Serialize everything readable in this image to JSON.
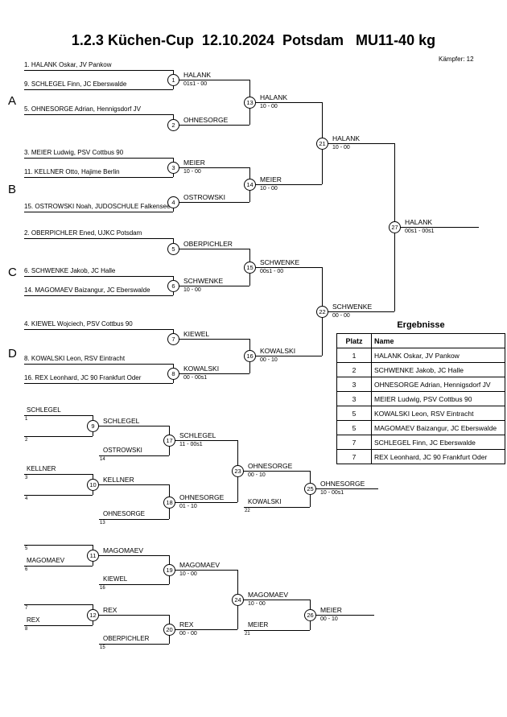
{
  "header": {
    "title": "1.2.3 Küchen-Cup  12.10.2024  Potsdam   MU11-40 kg",
    "fighters": "Kämpfer: 12"
  },
  "groups": [
    "A",
    "B",
    "C",
    "D"
  ],
  "entries": [
    "1. HALANK Oskar, JV Pankow",
    "9. SCHLEGEL Finn, JC Eberswalde",
    "5. OHNESORGE Adrian, Hennigsdorf JV",
    "3. MEIER Ludwig, PSV Cottbus 90",
    "11. KELLNER Otto, Hajime Berlin",
    "15. OSTROWSKI Noah, JUDOSCHULE Falkensee",
    "2. OBERPICHLER Ened, UJKC Potsdam",
    "6. SCHWENKE Jakob, JC Halle",
    "14. MAGOMAEV Baizangur, JC Eberswalde",
    "4. KIEWEL Wojciech, PSV Cottbus 90",
    "8. KOWALSKI Leon, RSV Eintracht",
    "16. REX Leonhard, JC 90 Frankfurt Oder"
  ],
  "matches": {
    "m1": {
      "no": "1",
      "winner": "HALANK",
      "score": "01s1 - 00"
    },
    "m2": {
      "no": "2",
      "winner": "OHNESORGE"
    },
    "m3": {
      "no": "3",
      "winner": "MEIER",
      "score": "10 - 00"
    },
    "m4": {
      "no": "4",
      "winner": "OSTROWSKI"
    },
    "m5": {
      "no": "5",
      "winner": "OBERPICHLER"
    },
    "m6": {
      "no": "6",
      "winner": "SCHWENKE",
      "score": "10 - 00"
    },
    "m7": {
      "no": "7",
      "winner": "KIEWEL"
    },
    "m8": {
      "no": "8",
      "winner": "KOWALSKI",
      "score": "00 - 00s1"
    },
    "m9": {
      "no": "9",
      "winner": "SCHLEGEL"
    },
    "m10": {
      "no": "10",
      "winner": "KELLNER"
    },
    "m11": {
      "no": "11",
      "winner": "MAGOMAEV"
    },
    "m12": {
      "no": "12",
      "winner": "REX"
    },
    "m13": {
      "no": "13",
      "winner": "HALANK",
      "score": "10 - 00"
    },
    "m14": {
      "no": "14",
      "winner": "MEIER",
      "score": "10 - 00"
    },
    "m15": {
      "no": "15",
      "winner": "SCHWENKE",
      "score": "00s1 - 00"
    },
    "m16": {
      "no": "16",
      "winner": "KOWALSKI",
      "score": "00 - 10"
    },
    "m17": {
      "no": "17",
      "winner": "SCHLEGEL",
      "score": "11 - 00s1"
    },
    "m18": {
      "no": "18",
      "winner": "OHNESORGE",
      "score": "01 - 10"
    },
    "m19": {
      "no": "19",
      "winner": "MAGOMAEV",
      "score": "10 - 00"
    },
    "m20": {
      "no": "20",
      "winner": "REX",
      "score": "00 - 00"
    },
    "m21": {
      "no": "21",
      "winner": "HALANK",
      "score": "10 - 00"
    },
    "m22": {
      "no": "22",
      "winner": "SCHWENKE",
      "score": "00 - 00"
    },
    "m23": {
      "no": "23",
      "winner": "OHNESORGE",
      "score": "00 - 10"
    },
    "m24": {
      "no": "24",
      "winner": "MAGOMAEV",
      "score": "10 - 00"
    },
    "m25": {
      "no": "25",
      "winner": "OHNESORGE",
      "score": "10 - 00s1"
    },
    "m26": {
      "no": "26",
      "winner": "MEIER",
      "score": "00 - 10"
    },
    "m27": {
      "no": "27",
      "winner": "HALANK",
      "score": "00s1 - 00s1"
    }
  },
  "repechage": {
    "names": {
      "r1": "SCHLEGEL",
      "r3": "KELLNER",
      "r6": "MAGOMAEV",
      "r8": "REX",
      "d17": "OSTROWSKI",
      "d18": "OHNESORGE",
      "d19": "KIEWEL",
      "d20": "OBERPICHLER",
      "d25": "KOWALSKI",
      "d26": "MEIER"
    },
    "tags": {
      "r1": "1",
      "r2": "2",
      "r3": "3",
      "r4": "4",
      "r5": "5",
      "r6": "6",
      "r7": "7",
      "r8": "8",
      "d17": "14",
      "d18": "13",
      "d19": "16",
      "d20": "15",
      "d25": "22",
      "d26": "21"
    }
  },
  "results": {
    "title": "Ergebnisse",
    "col_platz": "Platz",
    "col_name": "Name",
    "rows": [
      {
        "platz": "1",
        "name": "HALANK Oskar, JV Pankow"
      },
      {
        "platz": "2",
        "name": "SCHWENKE Jakob, JC Halle"
      },
      {
        "platz": "3",
        "name": "OHNESORGE Adrian, Hennigsdorf JV"
      },
      {
        "platz": "3",
        "name": "MEIER Ludwig, PSV Cottbus 90"
      },
      {
        "platz": "5",
        "name": "KOWALSKI Leon, RSV Eintracht"
      },
      {
        "platz": "5",
        "name": "MAGOMAEV Baizangur, JC Eberswalde"
      },
      {
        "platz": "7",
        "name": "SCHLEGEL Finn, JC Eberswalde"
      },
      {
        "platz": "7",
        "name": "REX Leonhard, JC 90 Frankfurt Oder"
      }
    ]
  }
}
